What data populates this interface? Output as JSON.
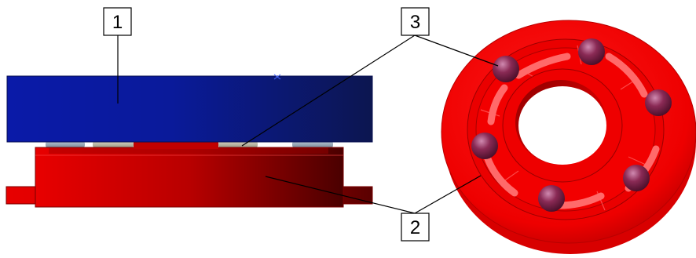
{
  "callouts": {
    "c1": "1",
    "c2": "2",
    "c3": "3"
  },
  "colors": {
    "top_plate": "#0a1a9a",
    "top_plate_dark": "#0c1a5e",
    "base_red": "#e60000",
    "base_red_dark": "#5a0000",
    "ball": "#8a2a55",
    "ball_highlight": "#c87aa5",
    "ring_red": "#f00000",
    "ring_edge": "#b00000",
    "background": "#ffffff"
  }
}
